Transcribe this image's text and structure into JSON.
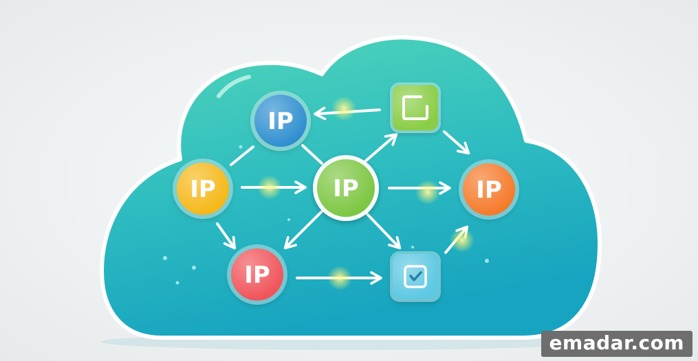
{
  "diagram": {
    "nodes": [
      {
        "id": "ip-blue",
        "label": "IP",
        "color": "#2f8fd0",
        "shape": "circle"
      },
      {
        "id": "ip-yellow",
        "label": "IP",
        "color": "#f5b818",
        "shape": "circle"
      },
      {
        "id": "ip-green",
        "label": "IP",
        "color": "#7dc642",
        "shape": "circle"
      },
      {
        "id": "ip-orange",
        "label": "IP",
        "color": "#f57a2a",
        "shape": "circle"
      },
      {
        "id": "ip-red",
        "label": "IP",
        "color": "#f0545a",
        "shape": "circle"
      },
      {
        "id": "device-green",
        "label": "",
        "color": "#8acd46",
        "shape": "square",
        "icon": "window-icon"
      },
      {
        "id": "device-teal",
        "label": "",
        "color": "#5ec8e3",
        "shape": "square",
        "icon": "checkbox-icon"
      }
    ],
    "edges": [
      {
        "from": "device-green",
        "to": "ip-blue"
      },
      {
        "from": "ip-yellow",
        "to": "ip-green"
      },
      {
        "from": "ip-green",
        "to": "device-green"
      },
      {
        "from": "ip-green",
        "to": "ip-orange"
      },
      {
        "from": "ip-green",
        "to": "ip-red"
      },
      {
        "from": "ip-green",
        "to": "device-teal"
      },
      {
        "from": "device-green",
        "to": "ip-orange"
      },
      {
        "from": "ip-yellow",
        "to": "ip-red"
      },
      {
        "from": "ip-red",
        "to": "device-teal"
      },
      {
        "from": "device-teal",
        "to": "ip-orange"
      },
      {
        "from": "ip-yellow",
        "to": "ip-blue"
      },
      {
        "from": "ip-blue",
        "to": "ip-green"
      }
    ],
    "cloud_color_top": "#4fd3b8",
    "cloud_color_bottom": "#1ea9c0"
  },
  "watermark": {
    "text": "emadar.com"
  }
}
